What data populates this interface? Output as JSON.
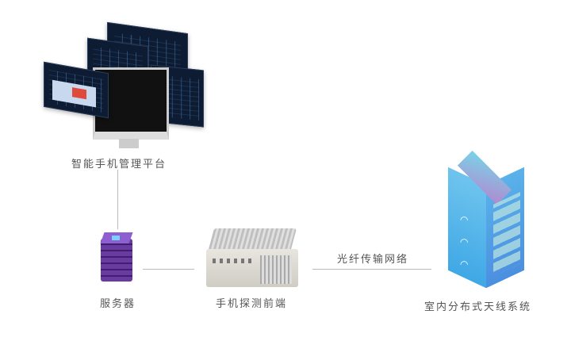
{
  "nodes": {
    "platform": "智能手机管理平台",
    "server": "服务器",
    "frontend": "手机探测前端",
    "antenna": "室内分布式天线系统"
  },
  "links": {
    "fiber": "光纤传输网络"
  },
  "colors": {
    "line": "#bbbbbb",
    "screen": "#0e1c33",
    "server": "#5a2d8c",
    "building": "#4fb3e8"
  }
}
